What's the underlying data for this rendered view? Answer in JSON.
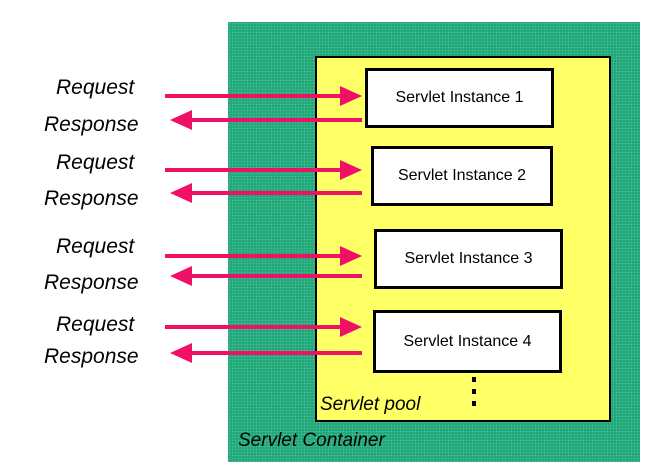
{
  "container": {
    "label": "Servlet Container",
    "color": "#1fa87a"
  },
  "pool": {
    "label": "Servlet pool",
    "color": "#ffff66"
  },
  "instances": [
    {
      "label": "Servlet Instance 1"
    },
    {
      "label": "Servlet Instance 2"
    },
    {
      "label": "Servlet Instance 3"
    },
    {
      "label": "Servlet Instance 4"
    }
  ],
  "io": [
    {
      "request": "Request",
      "response": "Response"
    },
    {
      "request": "Request",
      "response": "Response"
    },
    {
      "request": "Request",
      "response": "Response"
    },
    {
      "request": "Request",
      "response": "Response"
    }
  ],
  "arrow_color": "#ee1166"
}
